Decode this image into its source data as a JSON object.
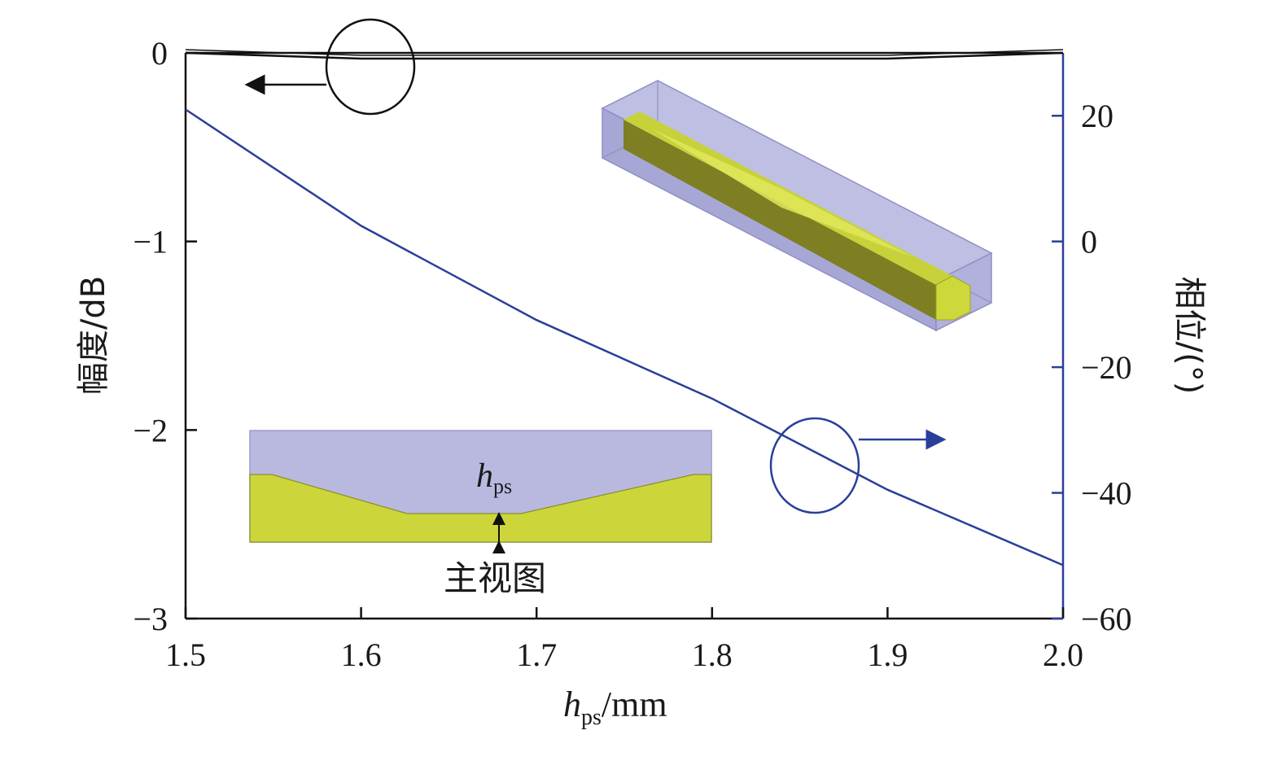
{
  "chart_data": {
    "type": "line",
    "x": [
      1.5,
      1.6,
      1.7,
      1.8,
      1.9,
      2.0
    ],
    "xlabel_var": "h",
    "xlabel_sub": "ps",
    "xlabel_unit": "/mm",
    "xlim": [
      1.5,
      2.0
    ],
    "xticks": [
      "1.5",
      "1.6",
      "1.7",
      "1.8",
      "1.9",
      "2.0"
    ],
    "ylabel_left": "幅度/dB",
    "ylim_left": [
      -3,
      0
    ],
    "yticks_left": [
      "0",
      "−1",
      "−2",
      "−3"
    ],
    "ylabel_right": "相位/(°)",
    "ylim_right": [
      -60,
      30
    ],
    "yticks_right": [
      "20",
      "0",
      "−20",
      "−40",
      "−60"
    ],
    "series": [
      {
        "axis": "left",
        "color": "#111111",
        "x": [
          1.5,
          1.55,
          1.6,
          1.7,
          1.8,
          1.9,
          1.95,
          2.0
        ],
        "values": [
          0.0,
          -0.015,
          -0.03,
          -0.03,
          -0.03,
          -0.03,
          -0.015,
          0.0
        ]
      },
      {
        "axis": "right",
        "color": "#2a3f9a",
        "x": [
          1.5,
          1.6,
          1.7,
          1.8,
          1.9,
          2.0
        ],
        "values": [
          21.0,
          2.5,
          -12.5,
          -25.0,
          -39.5,
          -51.5
        ]
      }
    ],
    "annotations": {
      "inset_label_var": "h",
      "inset_label_sub": "ps",
      "inset_caption": "主视图"
    },
    "colors": {
      "left_axis": "#111111",
      "right_axis": "#2a3f9a",
      "box_fill": "#b9b9e0",
      "conductor_fill": "#ccd63a"
    }
  }
}
